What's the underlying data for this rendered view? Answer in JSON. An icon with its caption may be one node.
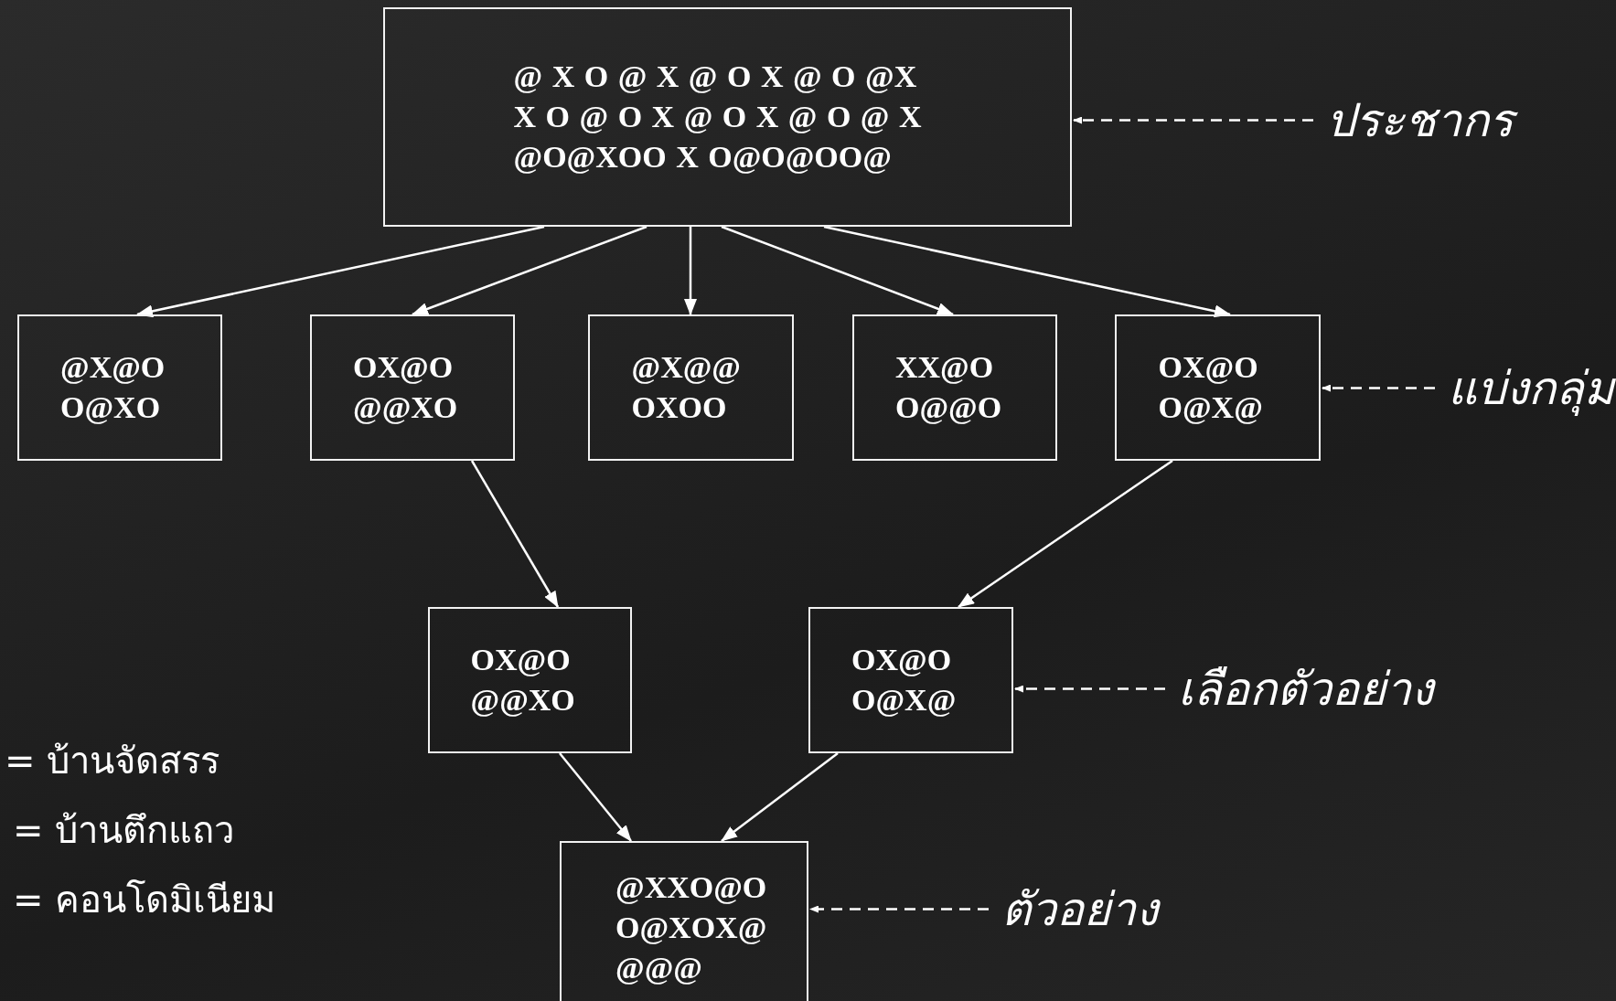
{
  "diagram": {
    "nodes": [
      {
        "text": [
          "@ X O @ X @ O X @ O @X X O @ O X @ O X @ O @ X @O@XOO X O@O@OO@"
        ]
      },
      {
        "text": [
          "@X@O O@XO"
        ]
      },
      {
        "text": [
          "OX@O @@XO"
        ]
      },
      {
        "text": [
          "@X@@ OXOO"
        ]
      },
      {
        "text": [
          "XX@O O@@O"
        ]
      },
      {
        "text": [
          "OX@O O@X@"
        ]
      },
      {
        "text": [
          "OX@O @@XO"
        ]
      },
      {
        "text": [
          "OX@O O@X@"
        ]
      },
      {
        "text": [
          "@XXO@O O@XOX@ @@@"
        ]
      },
      {
        "text": [
          "ประชากร"
        ]
      },
      {
        "text": [
          "แบ่งกลุ่ม"
        ]
      },
      {
        "text": [
          "เลือกตัวอย่าง"
        ]
      },
      {
        "text": [
          "ตัวอย่าง"
        ]
      }
    ],
    "edges": [
      {
        "from": 0,
        "to": 1,
        "arrow": "to"
      },
      {
        "from": 0,
        "to": 2,
        "arrow": "to"
      },
      {
        "from": 0,
        "to": 3,
        "arrow": "to"
      },
      {
        "from": 0,
        "to": 4,
        "arrow": "to"
      },
      {
        "from": 0,
        "to": 5,
        "arrow": "to"
      },
      {
        "from": 2,
        "to": 6,
        "arrow": "to"
      },
      {
        "from": 5,
        "to": 7,
        "arrow": "to"
      },
      {
        "from": 6,
        "to": 8,
        "arrow": "to"
      },
      {
        "from": 7,
        "to": 8,
        "arrow": "to"
      },
      {
        "from": 9,
        "to": 0,
        "arrow": "to",
        "style": "dashed"
      },
      {
        "from": 10,
        "to": 5,
        "arrow": "to",
        "style": "dashed"
      },
      {
        "from": 11,
        "to": 7,
        "arrow": "to",
        "style": "dashed"
      },
      {
        "from": 12,
        "to": 8,
        "arrow": "to",
        "style": "dashed"
      }
    ],
    "labels": [
      "= บ้านจัดสรร",
      "= บ้านตึกแถว",
      "= คอนโดมิเนียม"
    ]
  }
}
